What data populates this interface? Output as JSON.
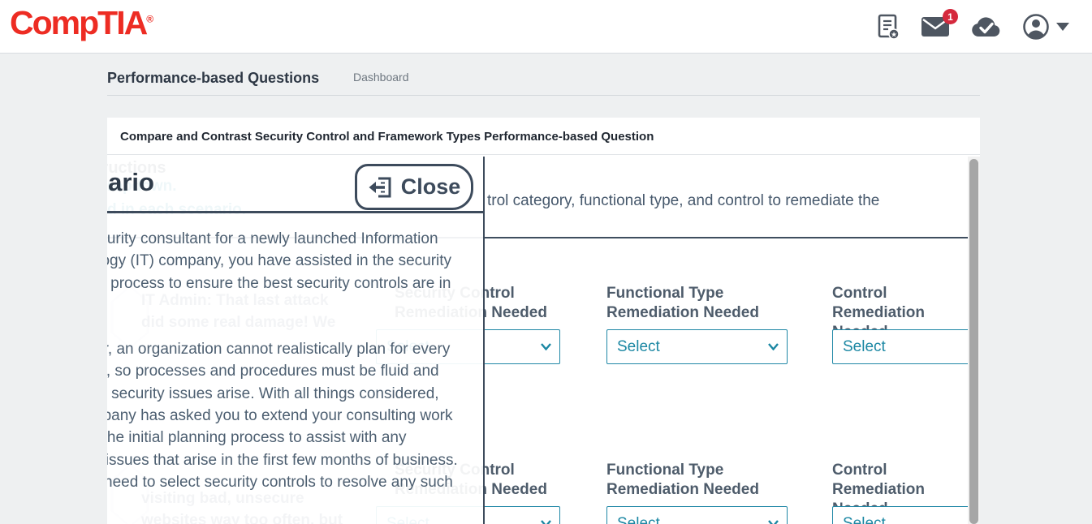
{
  "topbar": {
    "logo": "CompTIA",
    "logo_mark": "®",
    "mail_badge": "1"
  },
  "page": {
    "title": "Performance-based Questions",
    "breadcrumb": "Dashboard"
  },
  "card": {
    "title": "Compare and Contrast Security Control and Framework Types Performance-based Question"
  },
  "modal": {
    "title": "Scenario",
    "close_label": "Close",
    "paragraph1": "As a security consultant for a newly launched Information Technology (IT) company, you have assisted in the security planning process to ensure the best security controls are in place.",
    "paragraph2": "However, an organization cannot realistically plan for every scenario, so processes and procedures must be fluid and adapt as security issues arise. With all things considered, the company has asked you to extend your consulting work beyond the initial planning process to assist with any security issues that arise in the first few months of business. You will need to select security controls to resolve any such issues."
  },
  "content": {
    "instructions_heading": "Instructions",
    "ghost_line1": "ropdown.",
    "ghost_line2": "d in each scenario.",
    "instruction_line": "trol category, functional type, and control to remediate the",
    "sections": [
      {
        "dialogue": [
          "IT Admin: That last attack",
          "did some real damage! We"
        ],
        "columns": [
          {
            "label_line1": "Security Control",
            "label_line2": "Remediation Needed",
            "select": "Select"
          },
          {
            "label_line1": "Functional Type",
            "label_line2": "Remediation Needed",
            "select": "Select"
          },
          {
            "label_line1": "Control Remediation",
            "label_line2": "Needed",
            "select": "Select"
          }
        ]
      },
      {
        "dialogue": [
          "visiting bad, unsecure",
          "websites way too often, but"
        ],
        "columns": [
          {
            "label_line1": "Security Control",
            "label_line2": "Remediation Needed",
            "select": "Select"
          },
          {
            "label_line1": "Functional Type",
            "label_line2": "Remediation Needed",
            "select": "Select"
          },
          {
            "label_line1": "Control Remediation",
            "label_line2": "Needed",
            "select": "Select"
          }
        ]
      }
    ]
  },
  "colors": {
    "logo_red": "#ed2c23",
    "accent_teal": "#1b87a3",
    "slate": "#3d4b5c",
    "badge_red": "#d5293d"
  }
}
